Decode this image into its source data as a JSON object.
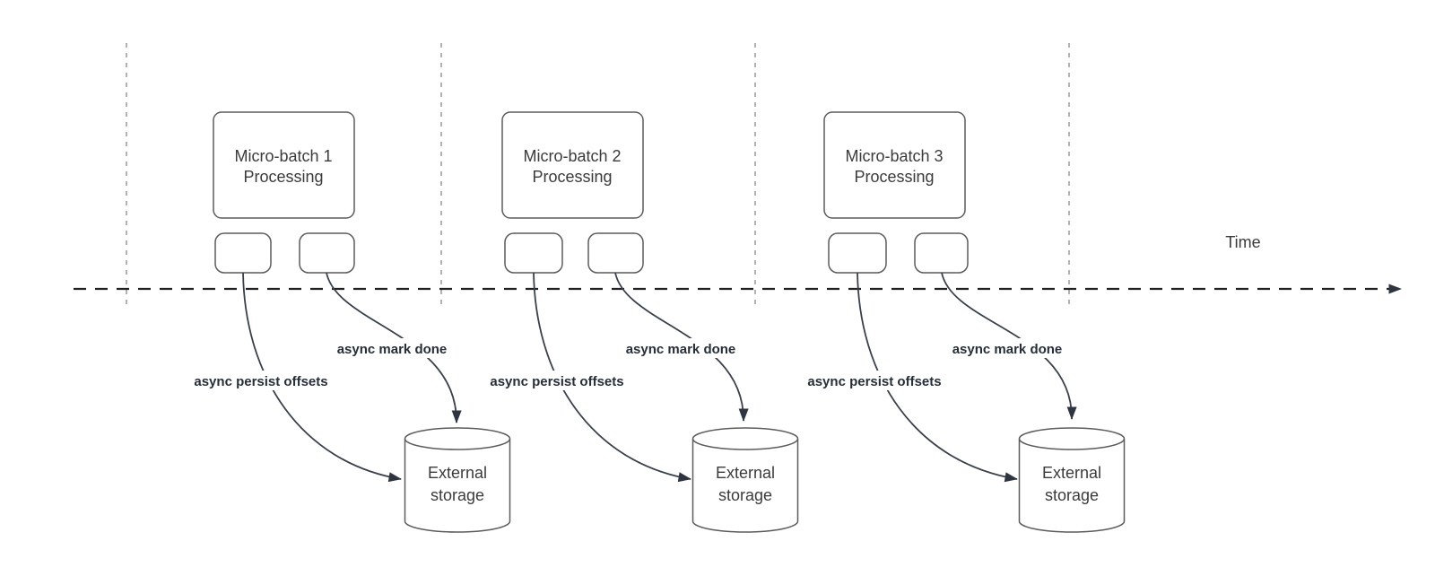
{
  "timeline": {
    "label": "Time"
  },
  "batches": [
    {
      "title_line1": "Micro-batch 1",
      "title_line2": "Processing",
      "persist_label": "async persist offsets",
      "mark_done_label": "async mark done",
      "storage": {
        "line1": "External",
        "line2": "storage"
      }
    },
    {
      "title_line1": "Micro-batch 2",
      "title_line2": "Processing",
      "persist_label": "async persist offsets",
      "mark_done_label": "async mark done",
      "storage": {
        "line1": "External",
        "line2": "storage"
      }
    },
    {
      "title_line1": "Micro-batch 3",
      "title_line2": "Processing",
      "persist_label": "async persist offsets",
      "mark_done_label": "async mark done",
      "storage": {
        "line1": "External",
        "line2": "storage"
      }
    }
  ],
  "colors": {
    "shape_stroke": "#5c5c5c",
    "connector": "#39404d",
    "arrowhead": "#2e3440",
    "divider": "#9e9e9e",
    "axis": "#212121",
    "title_text": "#3b3b3b",
    "label_text": "#262e3a"
  }
}
